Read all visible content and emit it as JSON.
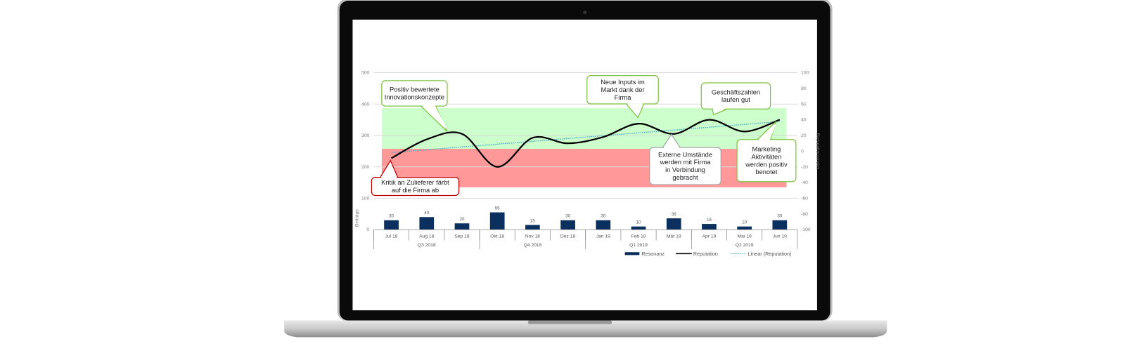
{
  "chart_data": {
    "type": "bar+line",
    "categories": [
      "Jul 18",
      "Aug 18",
      "Sep 18",
      "Okt 18",
      "Nov 18",
      "Dez 18",
      "Jan 19",
      "Feb 19",
      "Mär 19",
      "Apr 19",
      "Mai 19",
      "Jun 19"
    ],
    "quarters": [
      {
        "label": "Q3 2018",
        "span": 3
      },
      {
        "label": "Q4 2018",
        "span": 3
      },
      {
        "label": "Q1 2019",
        "span": 3
      },
      {
        "label": "Q2 2019",
        "span": 3
      }
    ],
    "series": [
      {
        "name": "Resonanz",
        "type": "bar",
        "axis": "left",
        "color": "#0b2f5f",
        "values": [
          30,
          40,
          20,
          55,
          15,
          30,
          30,
          10,
          36,
          18,
          10,
          30
        ]
      },
      {
        "name": "Reputation",
        "type": "line",
        "axis": "right",
        "color": "#000000",
        "values": [
          -9,
          15,
          22,
          -20,
          17,
          10,
          18,
          35,
          22,
          40,
          25,
          40
        ]
      },
      {
        "name": "Linear (Reputation)",
        "type": "trendline",
        "axis": "right",
        "color": "#3fa7c9"
      }
    ],
    "left_axis": {
      "label": "Beiträge",
      "ticks": [
        0,
        100,
        200,
        300,
        400,
        500
      ],
      "range": [
        0,
        500
      ]
    },
    "right_axis": {
      "label": "Reputationsindex",
      "ticks": [
        100,
        80,
        60,
        40,
        20,
        0,
        -20,
        -40,
        -60,
        -80,
        -100
      ],
      "range": [
        -100,
        100
      ]
    },
    "bands": [
      {
        "name": "positive-zone",
        "from": 3,
        "to": 55,
        "color": "#ccffcc"
      },
      {
        "name": "negative-zone",
        "from": -46,
        "to": 3,
        "color": "#ff9999"
      }
    ],
    "legend": {
      "placement": "bottom-right",
      "items": [
        "Resonanz",
        "Reputation",
        "Linear (Reputation)"
      ]
    },
    "annotations": [
      {
        "lines": [
          "Positiv bewertete",
          "Innovationskonzepte"
        ],
        "tone": "positive"
      },
      {
        "lines": [
          "Neue Inputs im",
          "Markt dank der",
          "Firma"
        ],
        "tone": "positive"
      },
      {
        "lines": [
          "Geschäftszahlen",
          "laufen gut"
        ],
        "tone": "positive"
      },
      {
        "lines": [
          "Marketing",
          "Aktivitäten",
          "werden positiv",
          "benotet"
        ],
        "tone": "positive"
      },
      {
        "lines": [
          "Externe Umstände",
          "werden mit Firma",
          "in Verbindung",
          "gebracht"
        ],
        "tone": "neutral"
      },
      {
        "lines": [
          "Kritik an Zulieferer färbt",
          "auf die Firma ab"
        ],
        "tone": "negative"
      }
    ],
    "tone_colors": {
      "positive": "#7dc242",
      "neutral": "#a6a6a6",
      "negative": "#c00000"
    }
  }
}
